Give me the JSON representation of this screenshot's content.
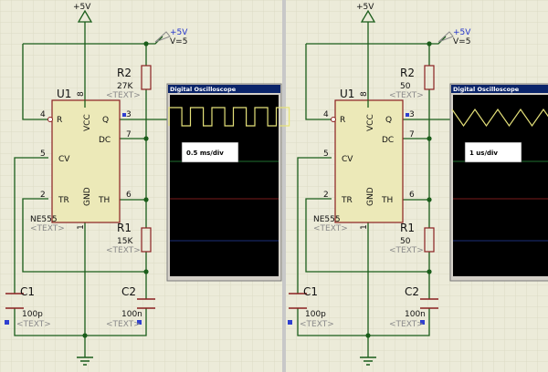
{
  "panels": [
    {
      "supply_top": "+5V",
      "probe_label": "+5V",
      "probe_value": "V=5",
      "chip_ref": "U1",
      "chip_part": "NE555",
      "chip_text": "<TEXT>",
      "pins": {
        "reset": "R",
        "vcc": "VCC",
        "q": "Q",
        "dc": "DC",
        "cv": "CV",
        "tr": "TR",
        "gnd": "GND",
        "th": "TH"
      },
      "pin_numbers": {
        "p4": "4",
        "p8": "8",
        "p3": "3",
        "p7": "7",
        "p5": "5",
        "p2": "2",
        "p1": "1",
        "p6": "6"
      },
      "r2": {
        "ref": "R2",
        "value": "27K",
        "text": "<TEXT>"
      },
      "r1": {
        "ref": "R1",
        "value": "15K",
        "text": "<TEXT>"
      },
      "c1": {
        "ref": "C1",
        "value": "100p",
        "text": "<TEXT>"
      },
      "c2": {
        "ref": "C2",
        "value": "100n",
        "text": "<TEXT>"
      },
      "scope": {
        "title": "Digital Oscilloscope",
        "timebase": "0.5 ms/div",
        "waveform": "square"
      }
    },
    {
      "supply_top": "+5V",
      "probe_label": "+5V",
      "probe_value": "V=5",
      "chip_ref": "U1",
      "chip_part": "NE555",
      "chip_text": "<TEXT>",
      "pins": {
        "reset": "R",
        "vcc": "VCC",
        "q": "Q",
        "dc": "DC",
        "cv": "CV",
        "tr": "TR",
        "gnd": "GND",
        "th": "TH"
      },
      "pin_numbers": {
        "p4": "4",
        "p8": "8",
        "p3": "3",
        "p7": "7",
        "p5": "5",
        "p2": "2",
        "p1": "1",
        "p6": "6"
      },
      "r2": {
        "ref": "R2",
        "value": "50",
        "text": "<TEXT>"
      },
      "r1": {
        "ref": "R1",
        "value": "50",
        "text": "<TEXT>"
      },
      "c1": {
        "ref": "C1",
        "value": "100p",
        "text": "<TEXT>"
      },
      "c2": {
        "ref": "C2",
        "value": "100n",
        "text": "<TEXT>"
      },
      "scope": {
        "title": "Digital Oscilloscope",
        "timebase": "1 us/div",
        "waveform": "triangle"
      }
    }
  ],
  "colors": {
    "wire": "#1a5d1a",
    "chip_fill": "#ece9b8",
    "chip_stroke": "#8a2020",
    "resistor_stroke": "#8a2020",
    "scope_bg": "#000000",
    "trace": "#e6e27a",
    "pin_blue": "#2f3fd0",
    "probe_blue": "#2233cc",
    "muted_text": "#8a8a8a"
  }
}
